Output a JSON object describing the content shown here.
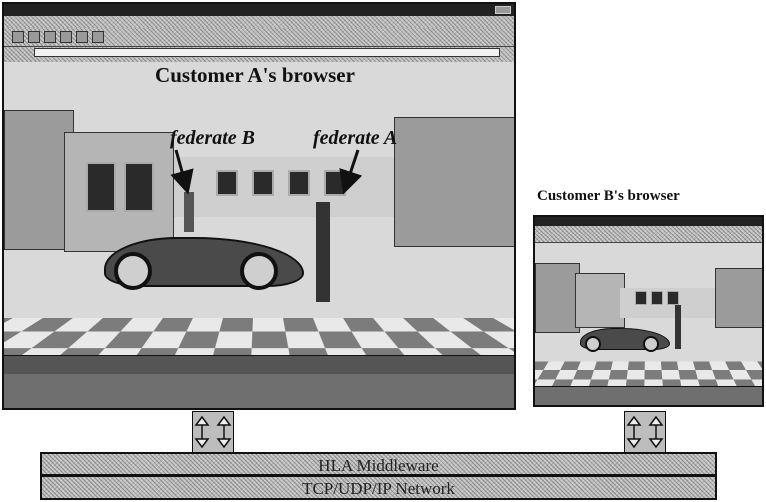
{
  "browser_a": {
    "label": "Customer A's browser"
  },
  "browser_b": {
    "label": "Customer B's browser"
  },
  "federates": {
    "federate_b": "federate B",
    "federate_a": "federate A"
  },
  "middleware": {
    "hla": "HLA Middleware",
    "network": "TCP/UDP/IP Network"
  },
  "icons": {
    "arrow": "arrow-icon",
    "connector": "bidirectional-connector-icon"
  },
  "colors": {
    "ink": "#111111",
    "dither": "#bdbdbd"
  }
}
